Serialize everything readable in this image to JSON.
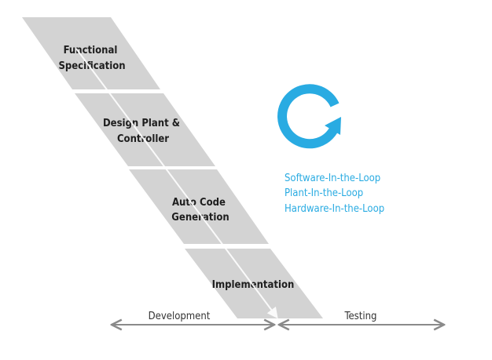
{
  "stages": [
    {
      "lines": [
        "Functional",
        "Specification"
      ]
    },
    {
      "lines": [
        "Design Plant &",
        "Controller"
      ]
    },
    {
      "lines": [
        "Auto Code",
        "Generation"
      ]
    },
    {
      "lines": [
        "Implementation"
      ]
    }
  ],
  "loop": {
    "icon": "refresh-cycle-icon",
    "color": "#29abe2",
    "items": [
      "Software-In-the-Loop",
      "Plant-In-the-Loop",
      "Hardware-In-the-Loop"
    ]
  },
  "timeline": {
    "development_label": "Development",
    "testing_label": "Testing"
  },
  "colors": {
    "stage_fill": "#d3d3d3",
    "arrow": "#8a8a8a"
  }
}
